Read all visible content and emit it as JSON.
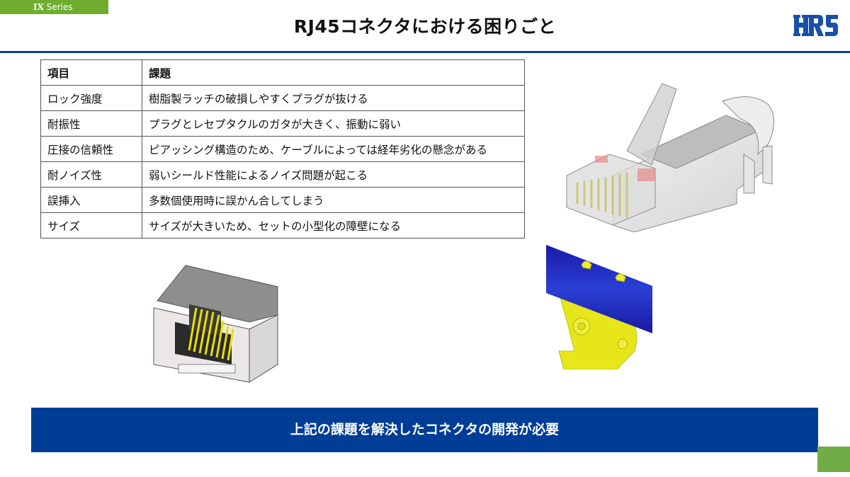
{
  "header": {
    "series_tag": {
      "prefix": "IX",
      "label": "Series"
    },
    "title": "RJ45コネクタにおける困りごと",
    "logo": "HRS"
  },
  "colors": {
    "accent_green": "#70ad2f",
    "brand_blue": "#0f3f9c",
    "banner_blue": "#003d96"
  },
  "table": {
    "headers": [
      "項目",
      "課題"
    ],
    "rows": [
      {
        "item": "ロック強度",
        "issue": "樹脂製ラッチの破損しやすくプラグが抜ける"
      },
      {
        "item": "耐振性",
        "issue": "プラグとレセプタクルのガタが大きく、振動に弱い"
      },
      {
        "item": "圧接の信頼性",
        "issue": "ピアッシング構造のため、ケーブルによっては経年劣化の懸念がある"
      },
      {
        "item": "耐ノイズ性",
        "issue": "弱いシールド性能によるノイズ問題が起こる"
      },
      {
        "item": "誤挿入",
        "issue": "多数個使用時に誤かん合してしまう"
      },
      {
        "item": "サイズ",
        "issue": "サイズが大きいため、セットの小型化の障壁になる"
      }
    ]
  },
  "images": {
    "plug": "rj45-plug-illustration",
    "jack": "rj45-jack-illustration",
    "latch": "latch-cross-section-illustration"
  },
  "banner": {
    "text": "上記の課題を解決したコネクタの開発が必要"
  }
}
